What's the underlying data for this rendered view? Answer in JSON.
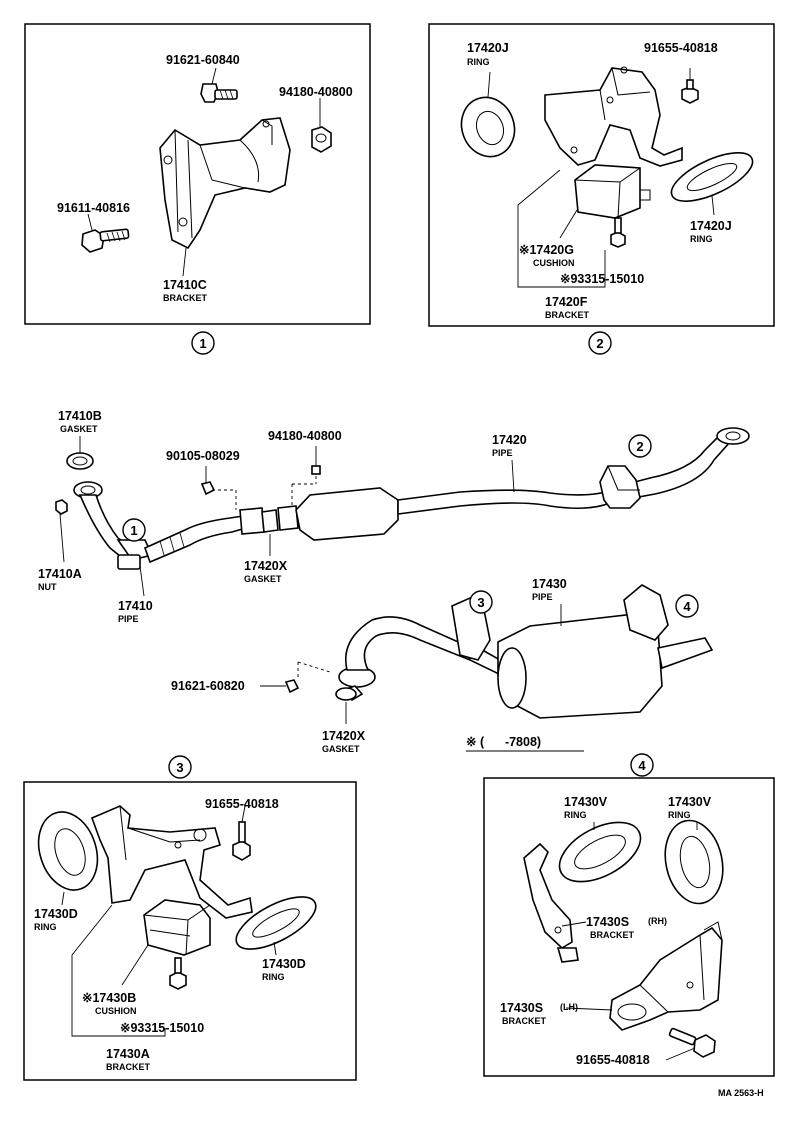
{
  "diagram_code": "MA 2563-H",
  "note": "※ (      -7808)",
  "panel1": {
    "label": "1",
    "parts": [
      {
        "no": "91621-60840",
        "name": ""
      },
      {
        "no": "94180-40800",
        "name": ""
      },
      {
        "no": "91611-40816",
        "name": ""
      },
      {
        "no": "17410C",
        "name": "BRACKET"
      }
    ]
  },
  "panel2": {
    "label": "2",
    "parts": [
      {
        "no": "17420J",
        "name": "RING"
      },
      {
        "no": "91655-40818",
        "name": ""
      },
      {
        "no": "17420J",
        "name": "RING"
      },
      {
        "no": "※17420G",
        "name": "CUSHION"
      },
      {
        "no": "※93315-15010",
        "name": ""
      },
      {
        "no": "17420F",
        "name": "BRACKET"
      }
    ]
  },
  "main": {
    "parts": [
      {
        "no": "17410B",
        "name": "GASKET"
      },
      {
        "no": "90105-08029",
        "name": ""
      },
      {
        "no": "94180-40800",
        "name": ""
      },
      {
        "no": "17420",
        "name": "PIPE"
      },
      {
        "no": "17410A",
        "name": "NUT"
      },
      {
        "no": "17410",
        "name": "PIPE"
      },
      {
        "no": "17420X",
        "name": "GASKET"
      },
      {
        "no": "17430",
        "name": "PIPE"
      },
      {
        "no": "91621-60820",
        "name": ""
      },
      {
        "no": "17420X",
        "name": "GASKET"
      }
    ],
    "callouts": [
      "1",
      "2",
      "3",
      "4"
    ]
  },
  "panel3": {
    "label": "3",
    "parts": [
      {
        "no": "91655-40818",
        "name": ""
      },
      {
        "no": "17430D",
        "name": "RING"
      },
      {
        "no": "17430D",
        "name": "RING"
      },
      {
        "no": "※17430B",
        "name": "CUSHION"
      },
      {
        "no": "※93315-15010",
        "name": ""
      },
      {
        "no": "17430A",
        "name": "BRACKET"
      }
    ]
  },
  "panel4": {
    "label": "4",
    "parts": [
      {
        "no": "17430V",
        "name": "RING"
      },
      {
        "no": "17430V",
        "name": "RING"
      },
      {
        "no": "17430S",
        "side": "(RH)",
        "name": "BRACKET"
      },
      {
        "no": "17430S",
        "side": "(LH)",
        "name": "BRACKET"
      },
      {
        "no": "91655-40818",
        "name": ""
      }
    ]
  }
}
